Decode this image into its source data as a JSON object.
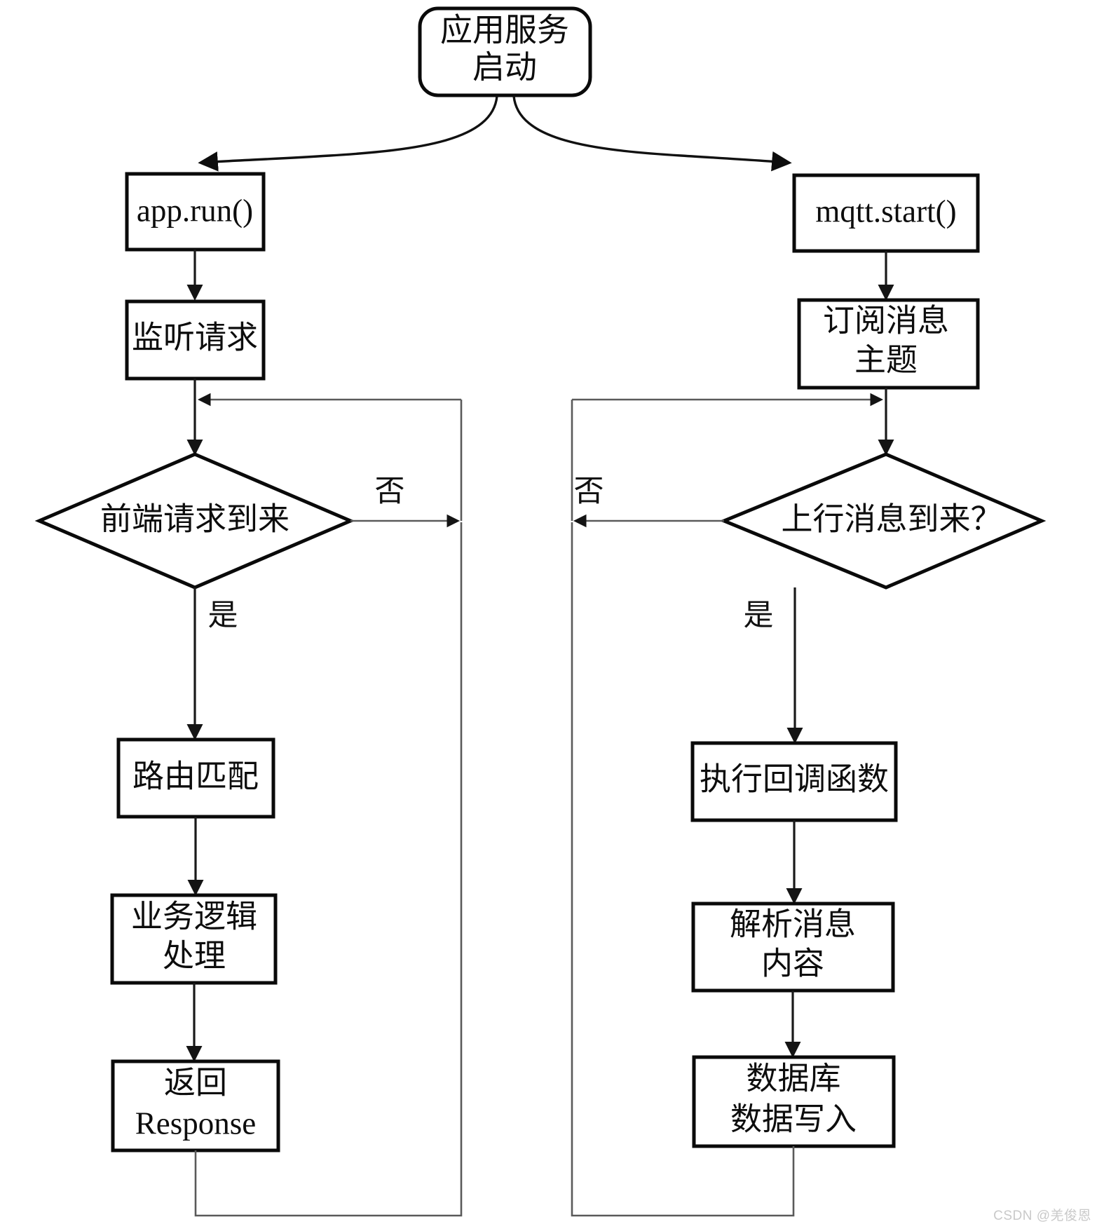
{
  "diagram": {
    "title_node": {
      "lines": [
        "应用服务",
        "启动"
      ]
    },
    "left_branch": {
      "entry": {
        "label": "app.run()"
      },
      "listen": {
        "label": "监听请求"
      },
      "decision": {
        "label": "前端请求到来"
      },
      "yes_label": "是",
      "no_label": "否",
      "steps": [
        {
          "lines": [
            "路由匹配"
          ]
        },
        {
          "lines": [
            "业务逻辑",
            "处理"
          ]
        },
        {
          "lines": [
            "返回",
            "Response"
          ]
        }
      ]
    },
    "right_branch": {
      "entry": {
        "label": "mqtt.start()"
      },
      "subscribe": {
        "lines": [
          "订阅消息",
          "主题"
        ]
      },
      "decision": {
        "label": "上行消息到来？"
      },
      "yes_label": "是",
      "no_label": "否",
      "steps": [
        {
          "lines": [
            "执行回调函数"
          ]
        },
        {
          "lines": [
            "解析消息",
            "内容"
          ]
        },
        {
          "lines": [
            "数据库",
            "数据写入"
          ]
        }
      ]
    },
    "watermark": "CSDN @羌俊恩",
    "colors": {
      "stroke": "#0a0a0a",
      "connector": "#1a1a1a",
      "background": "#ffffff",
      "text": "#0d0d0d",
      "watermark": "#c9c9c9"
    }
  }
}
